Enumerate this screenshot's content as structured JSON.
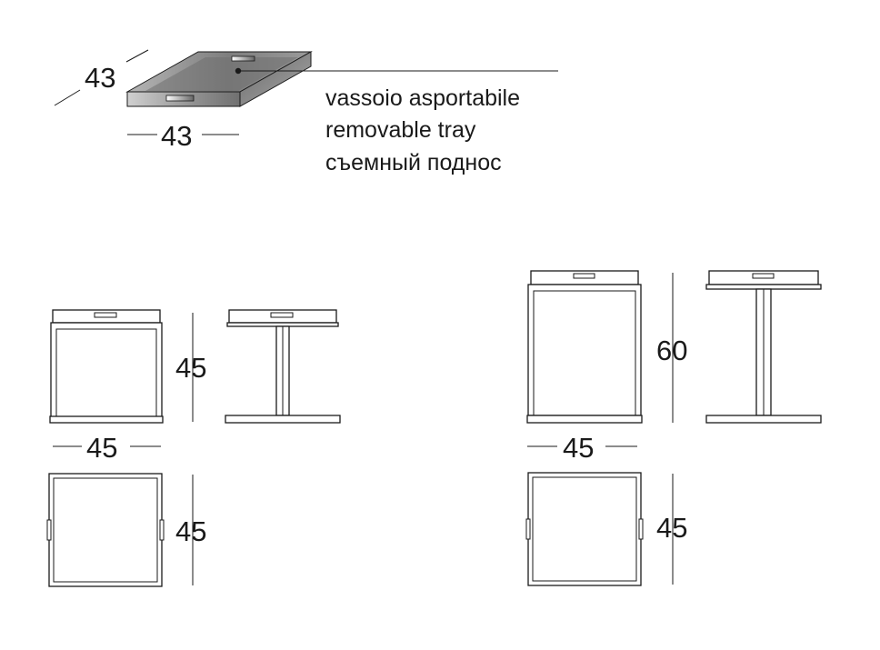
{
  "tray": {
    "depth_label": "43",
    "width_label": "43",
    "caption_it": "vassoio asportabile",
    "caption_en": "removable tray",
    "caption_ru": "съемный поднос"
  },
  "small_table": {
    "height_label": "45",
    "width_label": "45",
    "depth_label": "45"
  },
  "tall_table": {
    "height_label": "60",
    "width_label": "45",
    "depth_label": "45"
  },
  "colors": {
    "line": "#1a1a1a",
    "tray_top": "#8a8a8a",
    "tray_side": "#a0a0a0"
  }
}
